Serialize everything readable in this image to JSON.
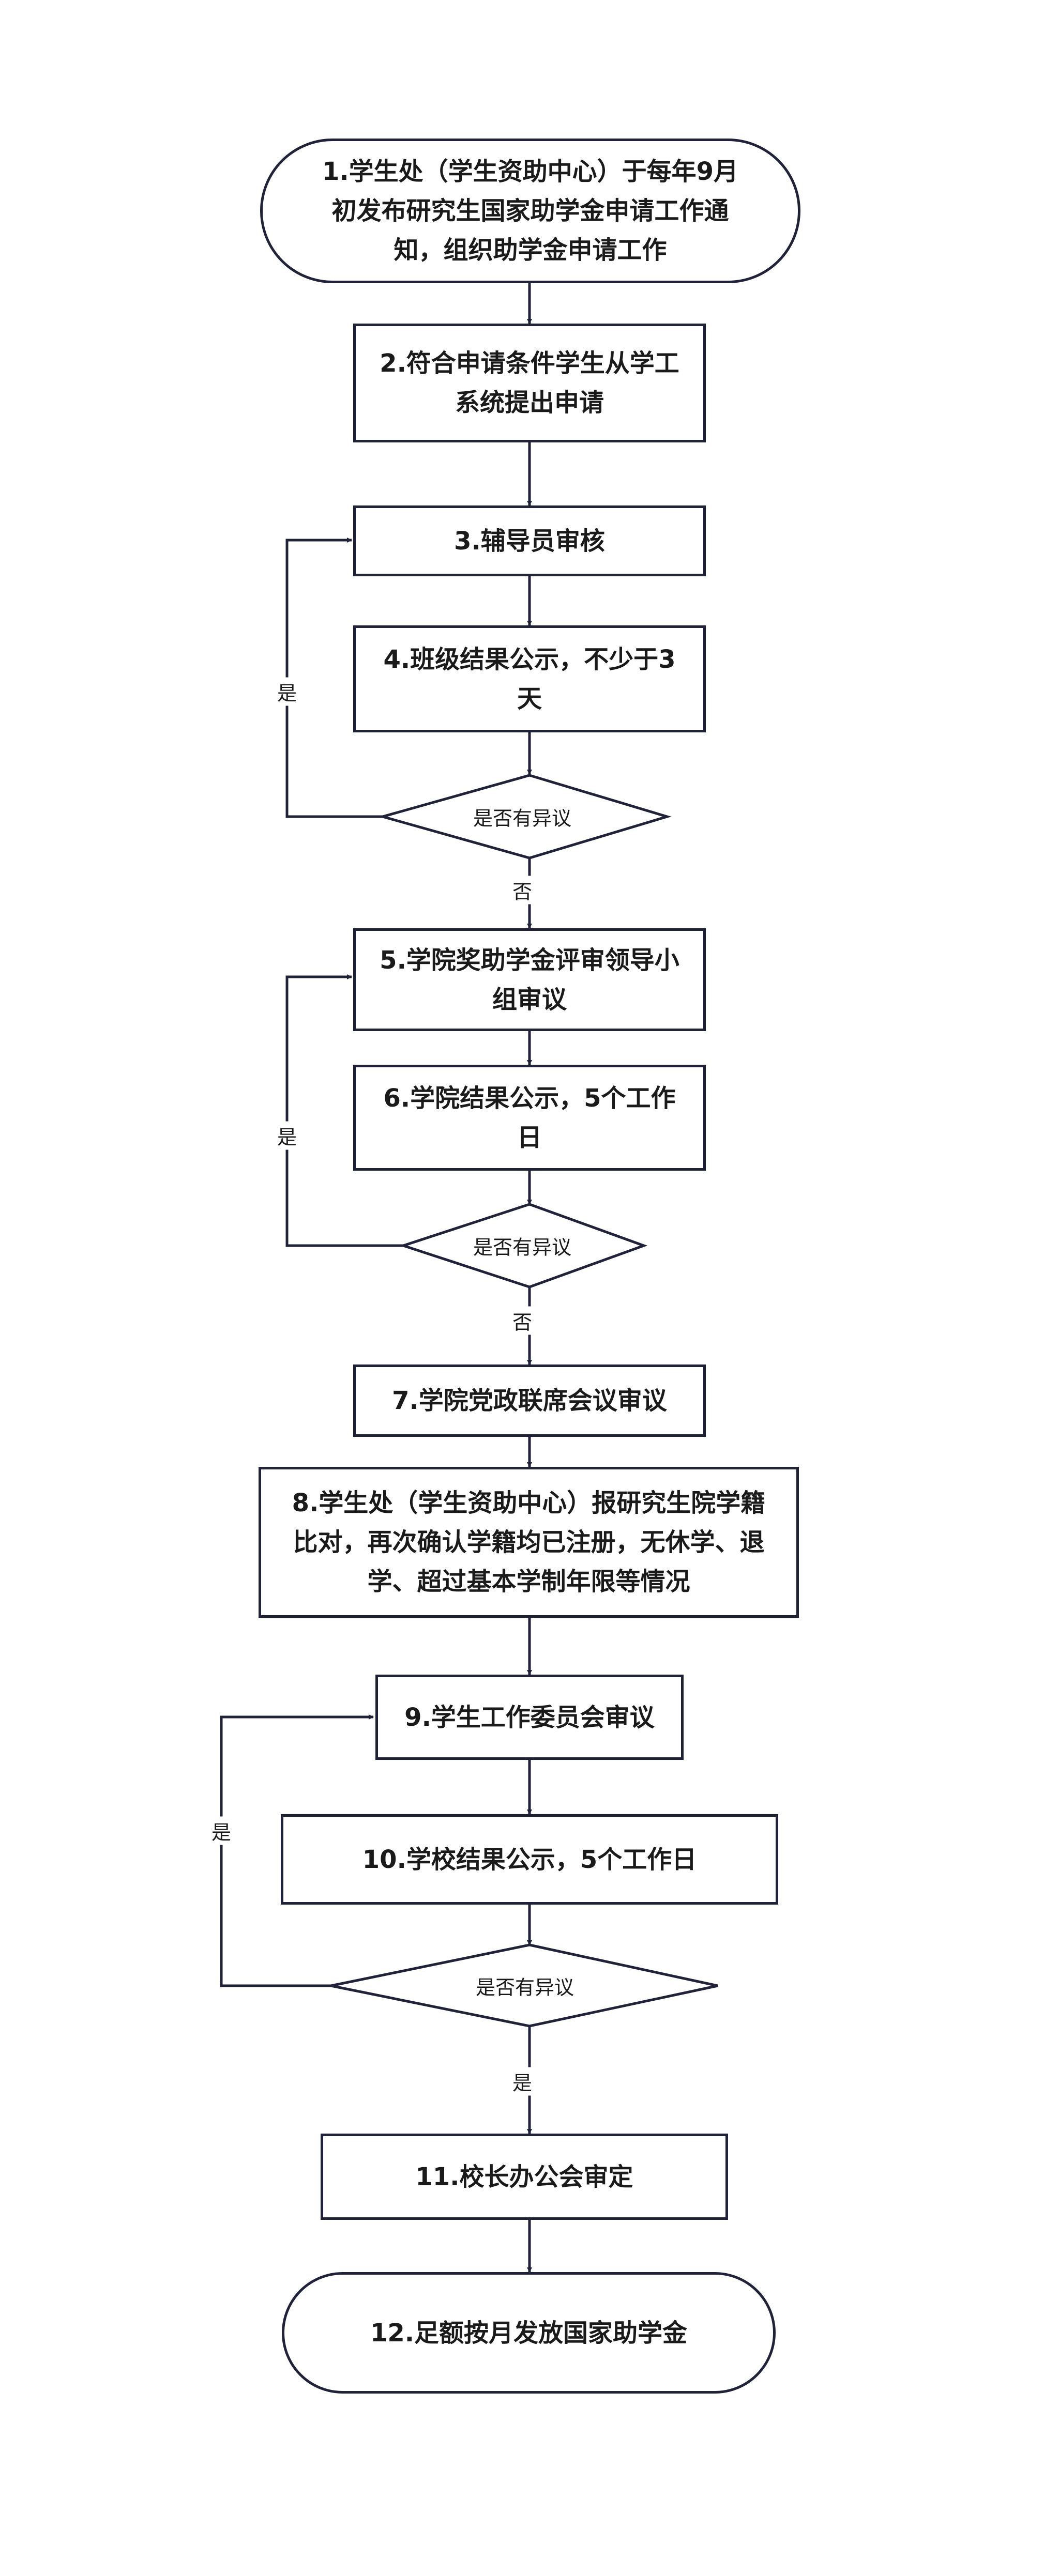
{
  "steps": {
    "s1": [
      "1.学生处（学生资助中心）于每年9月",
      "初发布研究生国家助学金申请工作通",
      "知，组织助学金申请工作"
    ],
    "s2": [
      "2.符合申请条件学生从学工",
      "系统提出申请"
    ],
    "s3": [
      "3.辅导员审核"
    ],
    "s4": [
      "4.班级结果公示，不少于3",
      "天"
    ],
    "s5": [
      "5.学院奖助学金评审领导小",
      "组审议"
    ],
    "s6": [
      "6.学院结果公示，5个工作",
      "日"
    ],
    "s7": [
      "7.学院党政联席会议审议"
    ],
    "s8": [
      "8.学生处（学生资助中心）报研究生院学籍",
      "比对，再次确认学籍均已注册，无休学、退",
      "学、超过基本学制年限等情况"
    ],
    "s9": [
      "9.学生工作委员会审议"
    ],
    "s10": [
      "10.学校结果公示，5个工作日"
    ],
    "s11": [
      "11.校长办公会审定"
    ],
    "s12": [
      "12.足额按月发放国家助学金"
    ]
  },
  "decisions": {
    "d1": "是否有异议",
    "d2": "是否有异议",
    "d3": "是否有异议"
  },
  "edge_labels": {
    "yes1": "是",
    "no1": "否",
    "yes2": "是",
    "no2": "否",
    "yes3": "是",
    "down3": "是"
  }
}
